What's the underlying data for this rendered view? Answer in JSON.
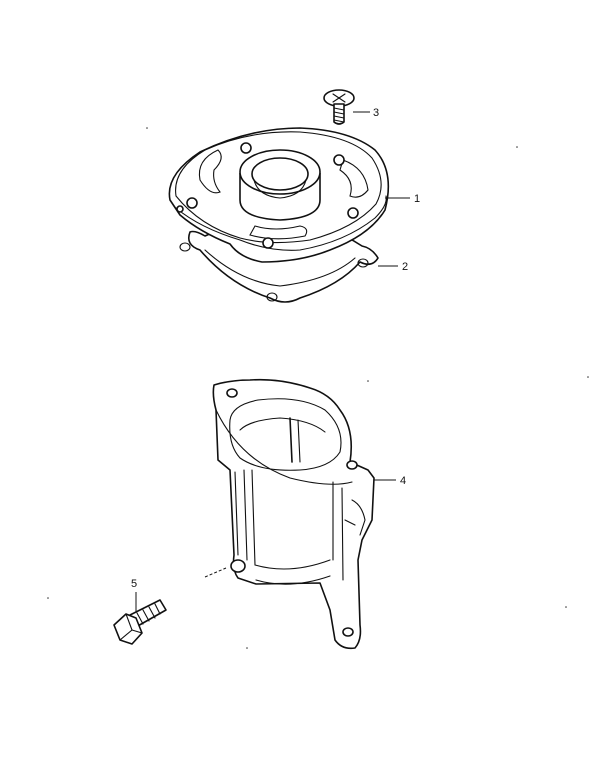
{
  "diagram": {
    "callouts": [
      {
        "id": "part-1",
        "label": "1"
      },
      {
        "id": "part-2",
        "label": "2"
      },
      {
        "id": "part-3",
        "label": "3"
      },
      {
        "id": "part-4",
        "label": "4"
      },
      {
        "id": "part-5",
        "label": "5"
      }
    ],
    "parts": [
      {
        "callout": "1",
        "shape": "flanged-housing-cover"
      },
      {
        "callout": "2",
        "shape": "gasket"
      },
      {
        "callout": "3",
        "shape": "phillips-countersunk-screw"
      },
      {
        "callout": "4",
        "shape": "housing-bracket"
      },
      {
        "callout": "5",
        "shape": "hex-bolt"
      }
    ]
  }
}
